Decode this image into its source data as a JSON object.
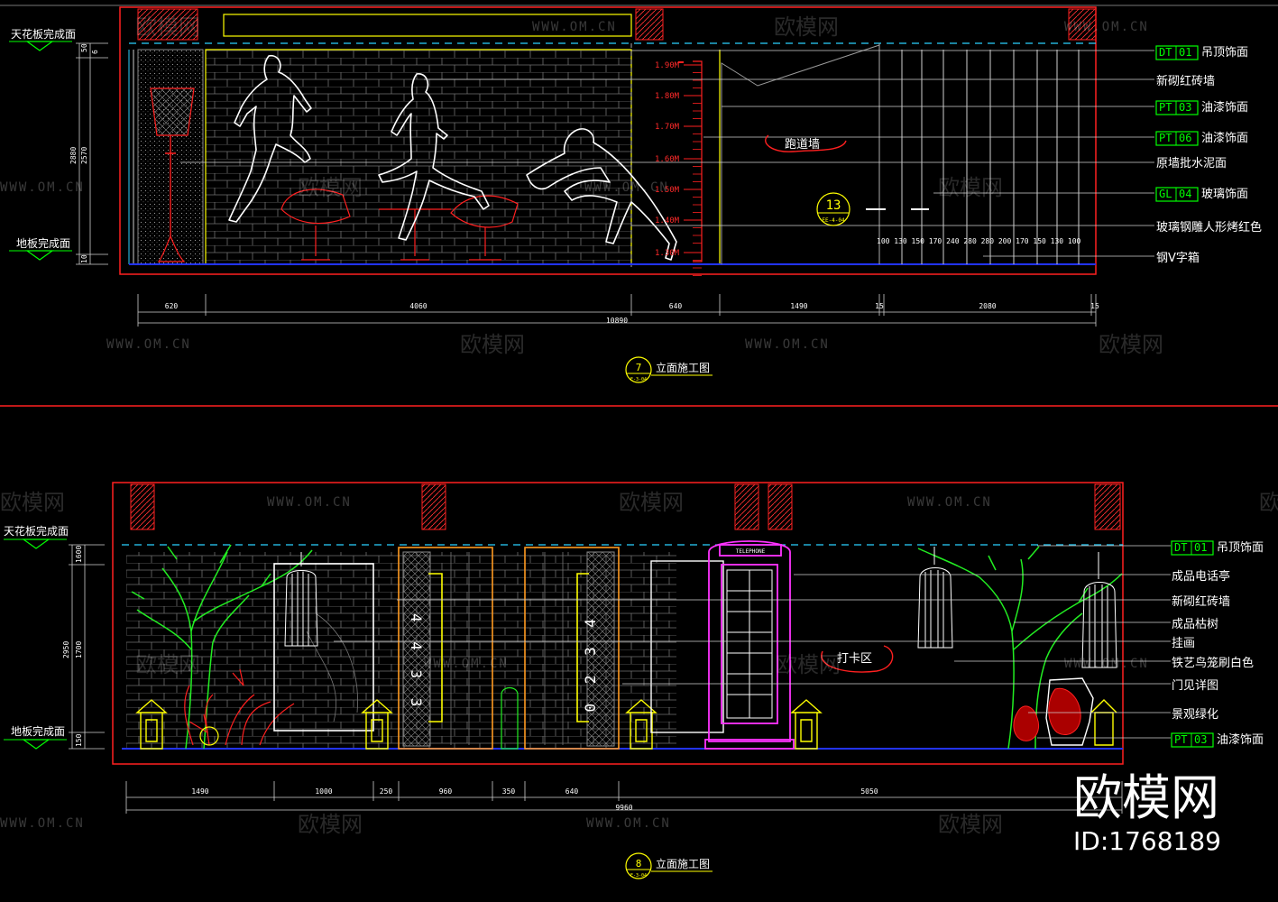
{
  "watermark": {
    "brand": "欧模网",
    "url": "WWW.OM.CN"
  },
  "brand_stamp": {
    "name": "欧模网",
    "id": "ID:1768189"
  },
  "colors": {
    "frame": "#ff2020",
    "annotation": "#00ff00",
    "figure": "#ffffff",
    "accent": "#ffff00",
    "booth": "#ff33ff",
    "floor": "#2233ff"
  },
  "elev1": {
    "level_ceiling": "天花板完成面",
    "level_floor": "地板完成面",
    "height_dims": [
      "50",
      "6",
      "2880",
      "2570",
      "10"
    ],
    "widths": [
      "620",
      "4060",
      "640",
      "1490",
      "15",
      "2080",
      "15"
    ],
    "total": "10890",
    "height_marks": [
      "1.90M",
      "1.80M",
      "1.70M",
      "1.60M",
      "1.50M",
      "1.40M",
      "1.30M"
    ],
    "area_label": "跑道墙",
    "detail_number": "13",
    "detail_ref": "EE-4-04",
    "glass_dims": "100 130 150 170 240 280 280 200 170 150 130 100",
    "annotations": [
      {
        "code": "DT",
        "num": "01",
        "text": "吊顶饰面"
      },
      {
        "code": "",
        "num": "",
        "text": "新砌红砖墙"
      },
      {
        "code": "PT",
        "num": "03",
        "text": "油漆饰面"
      },
      {
        "code": "PT",
        "num": "06",
        "text": "油漆饰面"
      },
      {
        "code": "",
        "num": "",
        "text": "原墙批水泥面"
      },
      {
        "code": "GL",
        "num": "04",
        "text": "玻璃饰面"
      },
      {
        "code": "",
        "num": "",
        "text": "玻璃钢雕人形烤红色"
      },
      {
        "code": "",
        "num": "",
        "text": "钢V字箱"
      }
    ],
    "title_number": "7",
    "title_ref": "E-3-04",
    "title": "立面施工图"
  },
  "elev2": {
    "level_ceiling": "天花板完成面",
    "level_floor": "地板完成面",
    "height_dims": [
      "1600",
      "2950",
      "1700",
      "150"
    ],
    "widths": [
      "1490",
      "1000",
      "250",
      "960",
      "350",
      "640",
      "5050"
    ],
    "total": "9960",
    "booth_label": "TELEPHONE",
    "door_left_numbers": "4 4 3 3",
    "door_right_numbers": "0 2 3 4",
    "area_label": "打卡区",
    "annotations": [
      {
        "code": "DT",
        "num": "01",
        "text": "吊顶饰面"
      },
      {
        "code": "",
        "num": "",
        "text": "成品电话亭"
      },
      {
        "code": "",
        "num": "",
        "text": "新砌红砖墙"
      },
      {
        "code": "",
        "num": "",
        "text": "成品枯树"
      },
      {
        "code": "",
        "num": "",
        "text": "挂画"
      },
      {
        "code": "",
        "num": "",
        "text": "铁艺鸟笼刷白色"
      },
      {
        "code": "",
        "num": "",
        "text": "门见详图"
      },
      {
        "code": "",
        "num": "",
        "text": "景观绿化"
      },
      {
        "code": "PT",
        "num": "03",
        "text": "油漆饰面"
      }
    ],
    "title_number": "8",
    "title_ref": "E-3-04",
    "title": "立面施工图"
  }
}
